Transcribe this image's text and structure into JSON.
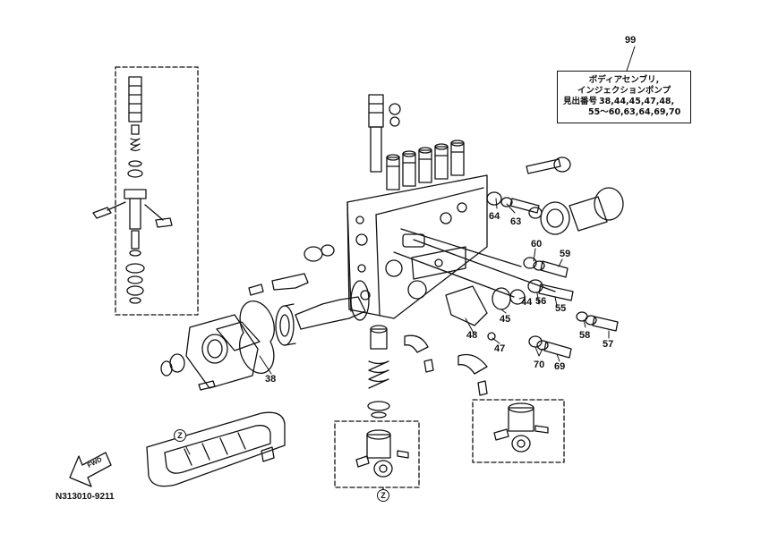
{
  "callouts": {
    "c99": "99",
    "c64": "64",
    "c63": "63",
    "c60": "60",
    "c59": "59",
    "c56": "56",
    "c55": "55",
    "c44": "44",
    "c45": "45",
    "c58": "58",
    "c57": "57",
    "c47": "47",
    "c48": "48",
    "c70": "70",
    "c69": "69",
    "c38": "38"
  },
  "legend": {
    "line1": "ボディアセンブリ,",
    "line2": "インジェクションポンプ",
    "key": "見出番号",
    "refs1": "38,44,45,47,48,",
    "refs2": "55〜60,63,64,69,70"
  },
  "detail_marks": {
    "z1": "Z",
    "z2": "Z"
  },
  "fwd": "FWD",
  "drawing_number": "N313010-9211"
}
